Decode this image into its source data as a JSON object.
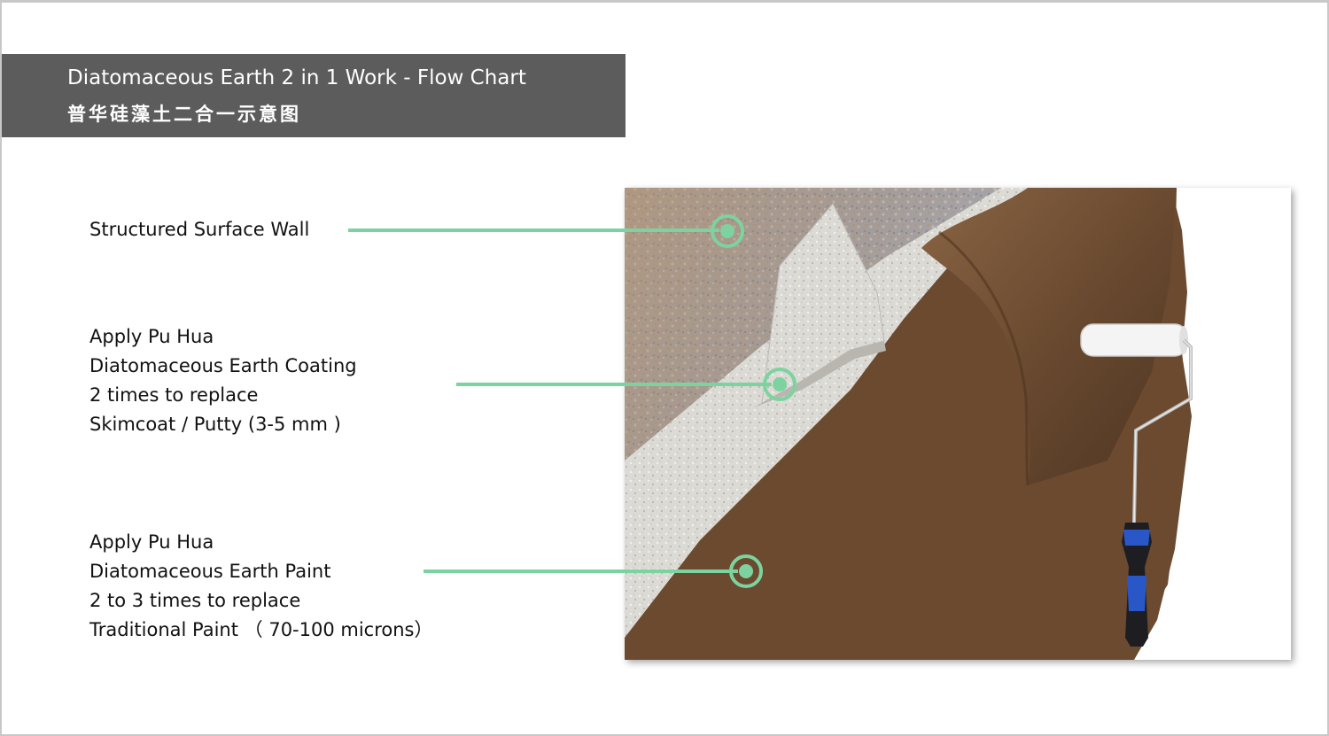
{
  "title": {
    "english": "Diatomaceous Earth 2 in 1 Work - Flow Chart",
    "chinese": "普华硅藻土二合一示意图"
  },
  "callouts": [
    {
      "lines": [
        "Structured Surface Wall"
      ]
    },
    {
      "lines": [
        "Apply Pu Hua",
        "Diatomaceous Earth Coating",
        "2 times to replace",
        "Skimcoat / Putty (3-5 mm )"
      ]
    },
    {
      "lines": [
        "Apply Pu Hua",
        "Diatomaceous Earth Paint",
        "2 to 3 times to replace",
        "Traditional Paint  （ 70-100 microns）"
      ]
    }
  ],
  "colors": {
    "title_bar": "#5c5c5c",
    "connector": "#7dd3a0",
    "paint_brown": "#6b4a30",
    "coating_grey": "#d9d7d2",
    "wall_grey": "#a8a9b0"
  },
  "icons": [
    "paint-roller-icon"
  ]
}
